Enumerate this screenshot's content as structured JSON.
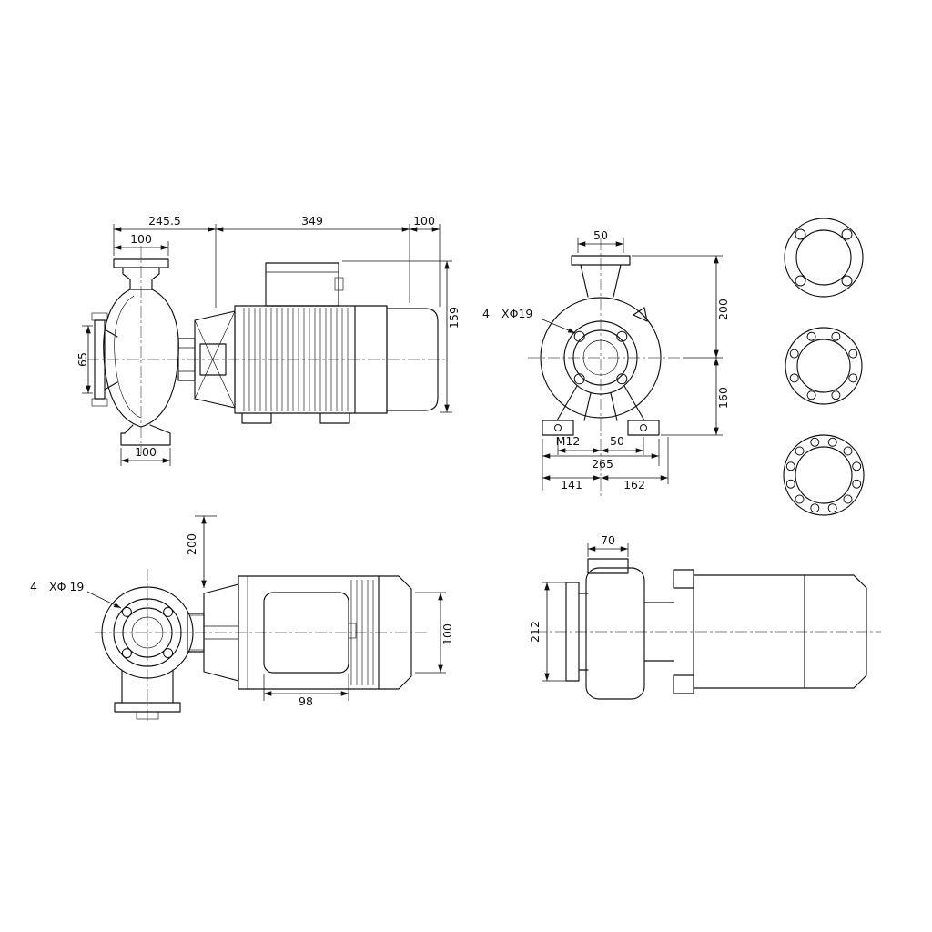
{
  "drawing": {
    "side_view": {
      "pump_length": "245.5",
      "motor_length": "349",
      "rear_overhang": "100",
      "discharge_flange_width": "100",
      "suction_port": "65",
      "motor_height": "159",
      "foot_width": "100"
    },
    "end_view": {
      "discharge_port": "50",
      "bolt_count": "4",
      "bolt_hole": "XΦ19",
      "height_above_cl": "200",
      "height_below_cl": "160",
      "foot_thread": "M12",
      "foot_hole_offset": "50",
      "foot_span": "265",
      "cl_to_left": "141",
      "cl_to_right": "162"
    },
    "plan_view": {
      "cl_height": "200",
      "bolt_count": "4",
      "bolt_hole": "XΦ 19",
      "terminal_box_height": "100",
      "terminal_box_width": "98"
    },
    "motor_plan_view": {
      "port_width": "70",
      "flange_height": "212"
    }
  }
}
